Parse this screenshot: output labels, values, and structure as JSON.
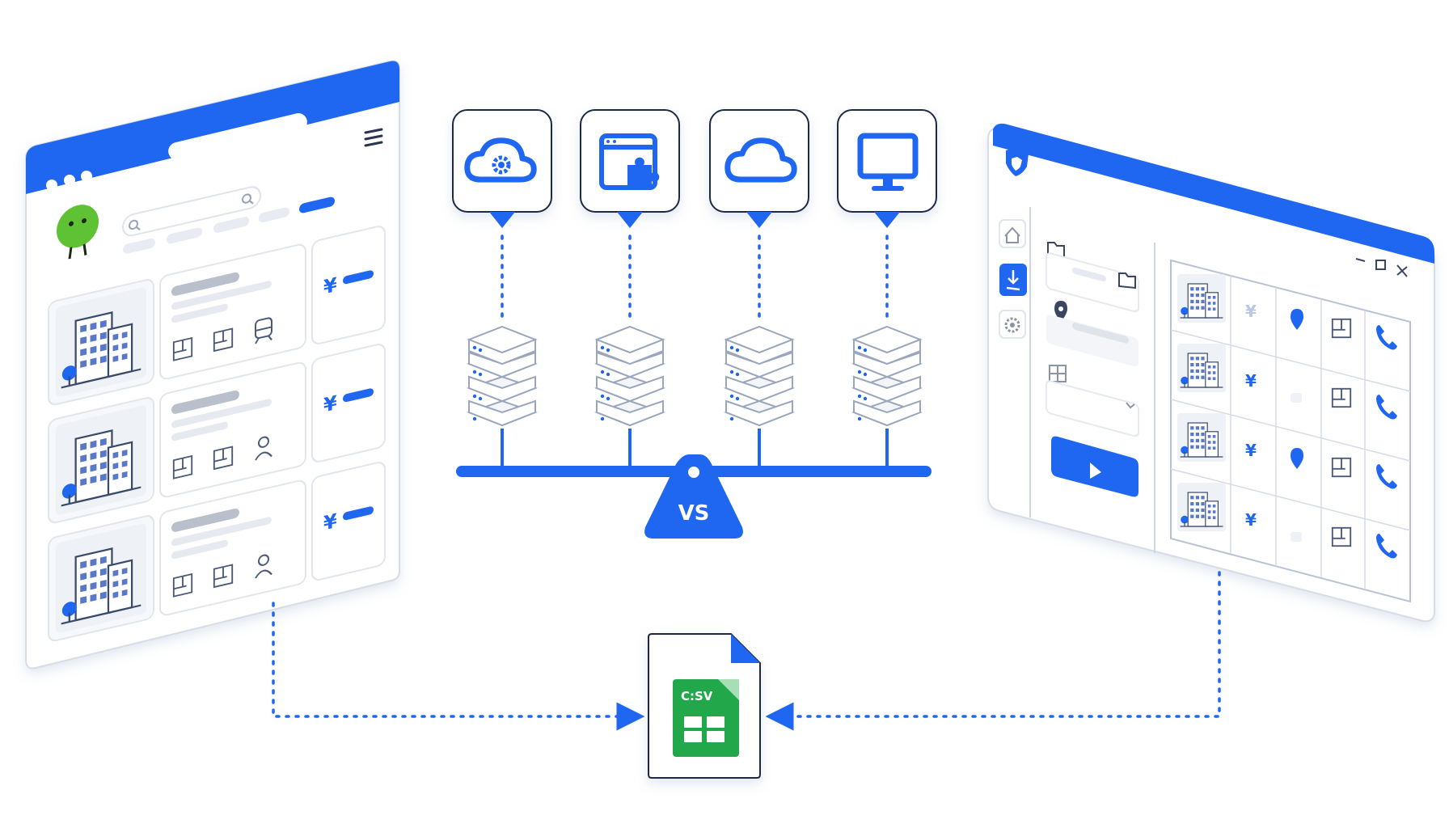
{
  "colors": {
    "accent": "#1f66f0",
    "accent_light": "#dbe6fb",
    "line": "#cfd6e4",
    "gray_bar": "#c2c8d3",
    "light_bar": "#e6e9ef",
    "mascot": "#5fc134",
    "csv_green": "#22a84a"
  },
  "center": {
    "source_icons": [
      "cloud-gear-icon",
      "browser-plugin-icon",
      "cloud-icon",
      "monitor-icon"
    ],
    "balance_label": "VS"
  },
  "left_window": {
    "window_controls": [
      "dot",
      "dot",
      "dot"
    ],
    "menu_icon": "hamburger-icon",
    "search_icon": "search-icon",
    "mascot": "green-mascot",
    "listings": [
      {
        "thumbnail": "building-icon",
        "price_symbol": "¥",
        "features": [
          "floorplan-icon",
          "floorplan-icon",
          "train-icon"
        ]
      },
      {
        "thumbnail": "building-icon",
        "price_symbol": "¥",
        "features": [
          "floorplan-icon",
          "floorplan-icon",
          "person-icon"
        ]
      },
      {
        "thumbnail": "building-icon",
        "price_symbol": "¥",
        "features": [
          "floorplan-icon",
          "floorplan-icon",
          "person-icon"
        ]
      }
    ]
  },
  "right_window": {
    "logo_icon": "shield-icon",
    "title_bar_controls": [
      "minimize-icon",
      "maximize-icon",
      "close-icon"
    ],
    "sidebar_icons": [
      "home-icon",
      "download-icon",
      "settings-icon"
    ],
    "form_icons": [
      "folder-icon",
      "location-pin-icon",
      "grid-icon"
    ],
    "run_button_icon": "play-icon",
    "table_rows": [
      {
        "price_symbol": "¥",
        "cells": [
          "building-icon",
          "yen",
          "location-pin-icon",
          "floorplan-icon",
          "phone-icon"
        ]
      },
      {
        "price_symbol": "¥",
        "cells": [
          "building-icon",
          "yen",
          "blank",
          "floorplan-icon",
          "phone-icon"
        ]
      },
      {
        "price_symbol": "¥",
        "cells": [
          "building-icon",
          "yen",
          "location-pin-icon",
          "floorplan-icon",
          "phone-icon"
        ]
      },
      {
        "price_symbol": "¥",
        "cells": [
          "building-icon",
          "yen",
          "blank",
          "floorplan-icon",
          "phone-icon"
        ]
      }
    ]
  },
  "output_file": {
    "label": "C:SV",
    "icon": "spreadsheet-icon"
  }
}
